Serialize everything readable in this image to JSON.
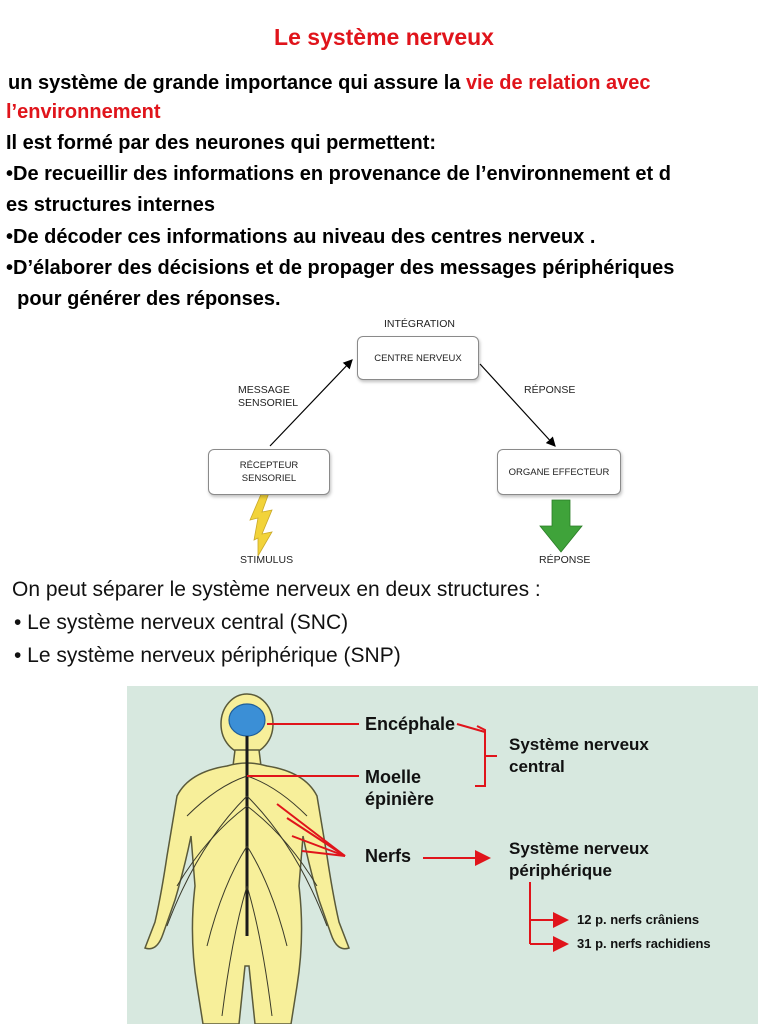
{
  "title": "Le système nerveux",
  "intro": {
    "line1_a": " un système de grande importance qui assure la ",
    "line1_b": "vie de relation avec",
    "line2": "l’environnement",
    "line3": "Il est  formé par des neurones qui permettent:",
    "bullets": [
      "•De recueillir des informations en provenance de l’environnement et d",
      "es structures internes",
      "•De décoder ces informations au niveau des centres nerveux .",
      "•D’élaborer des décisions et de propager des messages périphériques",
      "  pour générer des réponses."
    ]
  },
  "diagram": {
    "integration": "INTÉGRATION",
    "centre": "CENTRE NERVEUX",
    "message_1": "MESSAGE",
    "message_2": "SENSORIEL",
    "reponse_label": "RÉPONSE",
    "recepteur_1": "RÉCEPTEUR",
    "recepteur_2": "SENSORIEL",
    "organe": "ORGANE EFFECTEUR",
    "stimulus": "STIMULUS",
    "reponse_bottom": "RÉPONSE",
    "colors": {
      "stimulus_bolt": "#f2d33a",
      "reponse_arrow": "#3fa33a",
      "arrows": "#000000"
    }
  },
  "structures": {
    "intro": "On peut séparer le système nerveux en deux structures :",
    "items": [
      "• Le système nerveux central (SNC)",
      "• Le système nerveux périphérique (SNP)"
    ]
  },
  "anatomy": {
    "encephale": "Encéphale",
    "moelle_1": "Moelle",
    "moelle_2": "épinière",
    "nerfs": "Nerfs",
    "snc_1": "Système nerveux",
    "snc_2": "central",
    "snp_1": "Système nerveux",
    "snp_2": "périphérique",
    "craniens": "12 p. nerfs crâniens",
    "rachidiens": "31 p. nerfs rachidiens",
    "colors": {
      "background": "#d7e8df",
      "body": "#f7ef9a",
      "brain": "#3b8fd6",
      "pointer": "#e0141b"
    }
  }
}
